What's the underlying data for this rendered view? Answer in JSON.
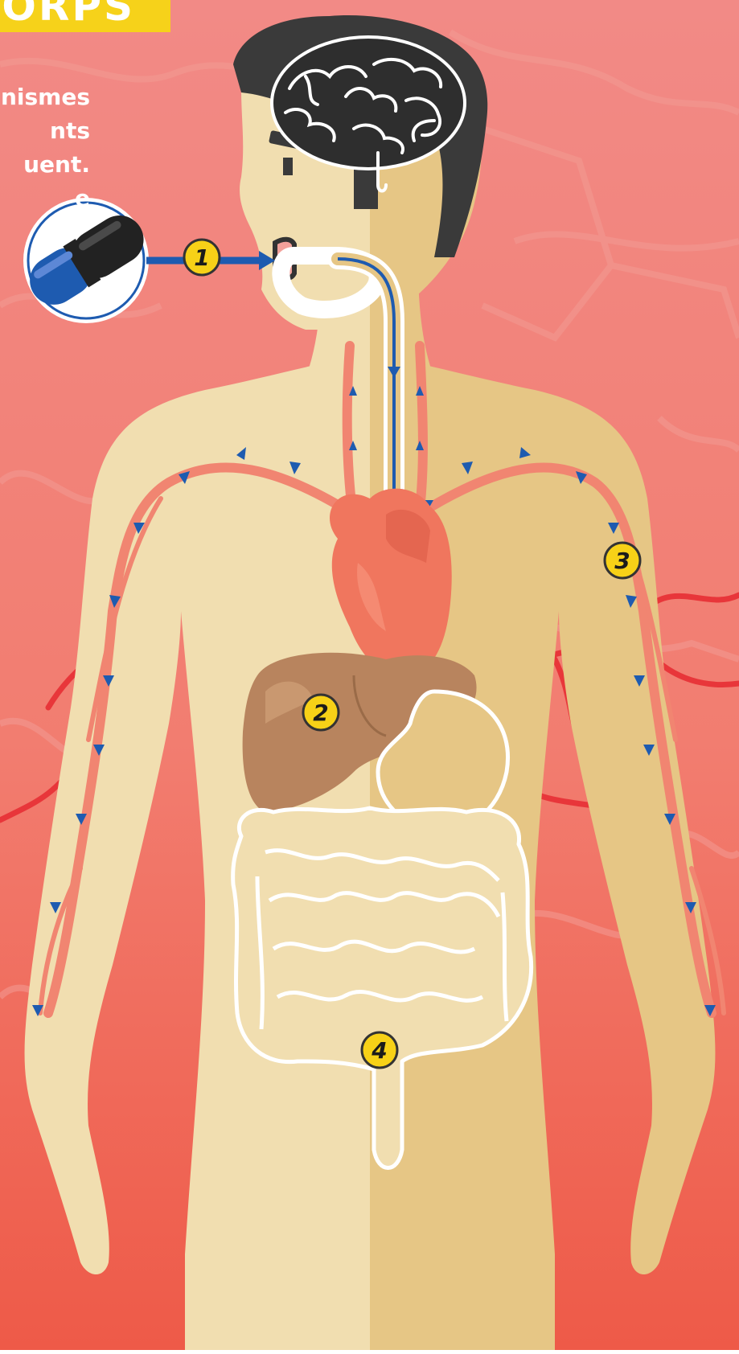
{
  "header": {
    "title": "ORPS"
  },
  "intro": {
    "lines": [
      "nismes",
      "nts",
      "uent.",
      "e"
    ]
  },
  "markers": [
    {
      "id": "1",
      "label": "1",
      "organ": "mouth"
    },
    {
      "id": "2",
      "label": "2",
      "organ": "liver"
    },
    {
      "id": "3",
      "label": "3",
      "organ": "bloodstream"
    },
    {
      "id": "4",
      "label": "4",
      "organ": "intestines"
    }
  ],
  "icons": {
    "pill": "capsule-icon",
    "brain": "brain-icon",
    "heart": "heart-icon",
    "liver": "liver-icon",
    "intestines": "intestines-icon"
  },
  "colors": {
    "background": "#f07f73",
    "banner": "#f6d21a",
    "skin_light": "#f1deb0",
    "skin_shadow": "#e6c685",
    "hair": "#3a3a3a",
    "vessel": "#f18571",
    "arrow": "#1e5bb0",
    "heart": "#f0765e",
    "liver": "#b8845e",
    "marker": "#f7d117"
  }
}
